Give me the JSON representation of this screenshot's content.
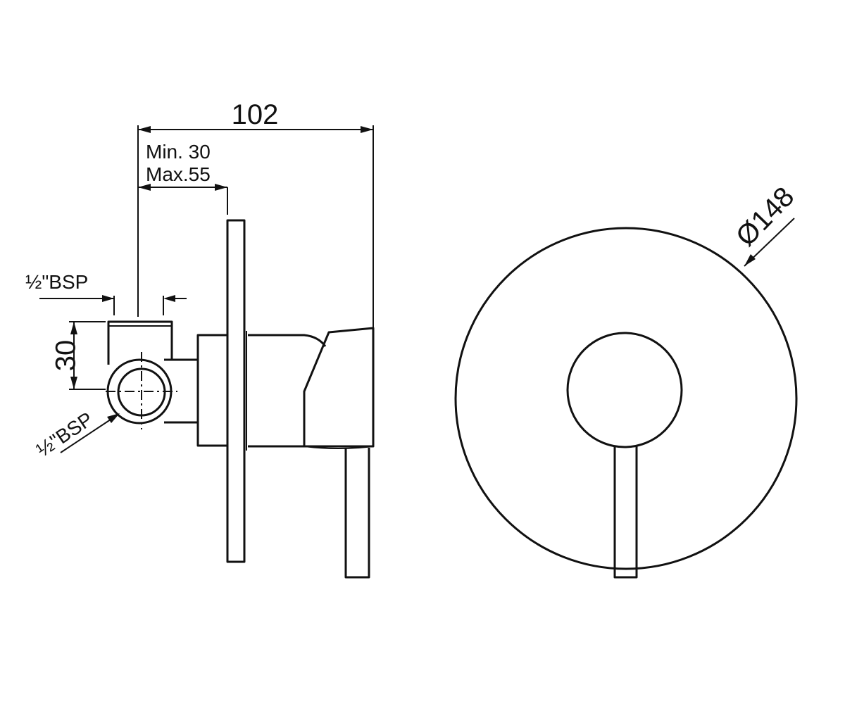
{
  "labels": {
    "overall_depth": "102",
    "wall_min": "Min. 30",
    "wall_max": "Max.55",
    "inlet_height": "30",
    "diameter": "Ø148",
    "bsp_top": "½\"BSP",
    "bsp_bottom": "½\"BSP"
  }
}
